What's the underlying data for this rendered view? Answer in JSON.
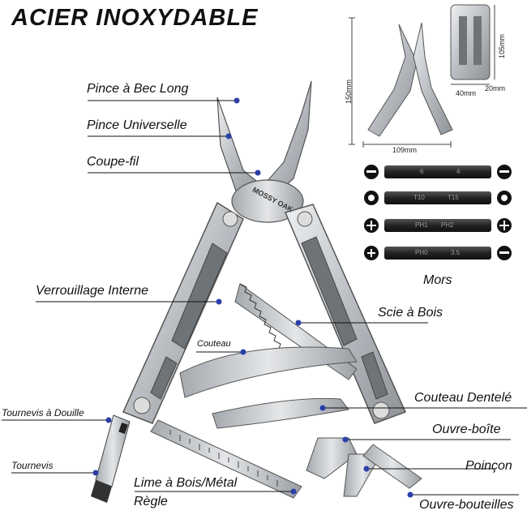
{
  "title": "ACIER INOXYDABLE",
  "brand": "MOSSY OAK",
  "labels": {
    "pince_bec_long": "Pince à Bec Long",
    "pince_universelle": "Pince Universelle",
    "coupe_fil": "Coupe-fil",
    "verrouillage_interne": "Verrouillage Interne",
    "couteau": "Couteau",
    "tournevis_douille": "Tournevis à Douille",
    "tournevis": "Tournevis",
    "lime": "Lime à Bois/Métal",
    "regle": "Règle",
    "scie": "Scie à Bois",
    "couteau_dentele": "Couteau Dentelé",
    "ouvre_boite": "Ouvre-boîte",
    "poincon": "Poinçon",
    "ouvre_bouteilles": "Ouvre-bouteilles",
    "mors": "Mors"
  },
  "dimensions": {
    "height_open": "150mm",
    "width_open": "109mm",
    "height_closed": "105mm",
    "width_closed": "40mm",
    "depth_closed": "20mm"
  },
  "bits": [
    {
      "left": "6",
      "right": "4"
    },
    {
      "left": "T10",
      "right": "T15"
    },
    {
      "left": "PH1",
      "right": "PH2"
    },
    {
      "left": "PH0",
      "right": "3.5"
    }
  ],
  "colors": {
    "marker": "#2b3fa8",
    "steel": "#c9ccd0",
    "bit": "#2a2a2a"
  }
}
